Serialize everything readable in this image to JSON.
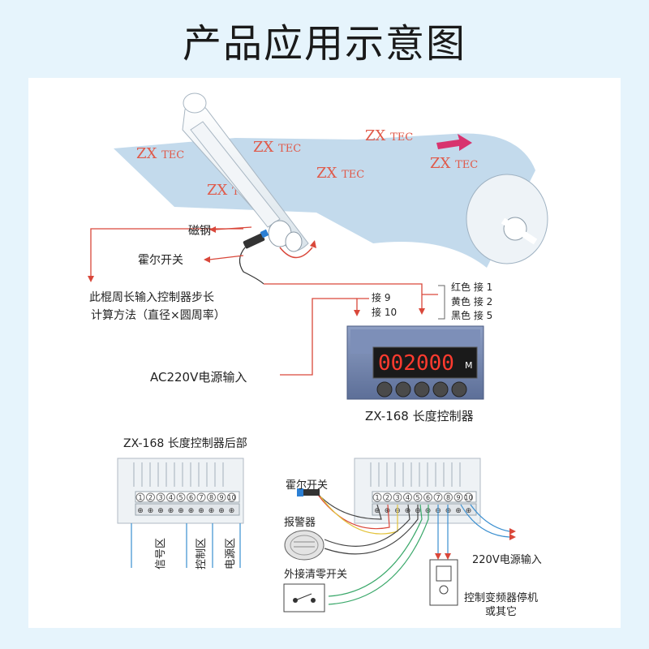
{
  "title": "产品应用示意图",
  "brand": {
    "zx": "ZX",
    "tec": "TEC"
  },
  "labels": {
    "magnet": "磁钢",
    "hall_switch": "霍尔开关",
    "formula_line1": "此棍周长输入控制器步长",
    "formula_line2": "计算方法（直径×圆周率）",
    "ac_input": "AC220V电源输入",
    "term9": "接 9",
    "term10": "接 10",
    "red": "红色  接 1",
    "yellow": "黄色  接 2",
    "black": "黑色  接 5",
    "device_name": "ZX-168 长度控制器",
    "rear_title": "ZX-168 长度控制器后部",
    "zone_signal": "信号区",
    "zone_control": "控制区",
    "zone_power": "电源区",
    "hall_switch2": "霍尔开关",
    "alarm": "报警器",
    "reset_switch": "外接清零开关",
    "power_input2": "220V电源输入",
    "inverter_line1": "控制变频器停机",
    "inverter_line2": "或其它"
  },
  "display": {
    "value": "002000",
    "unit": "M"
  },
  "terminals": [
    "1",
    "2",
    "3",
    "4",
    "5",
    "6",
    "7",
    "8",
    "9",
    "10"
  ],
  "colors": {
    "red_line": "#d9473a",
    "blue_wire": "#3a8fd0",
    "green_wire": "#3aa86a",
    "sheet": "#bcd6ea",
    "brand": "#e05a4a"
  }
}
